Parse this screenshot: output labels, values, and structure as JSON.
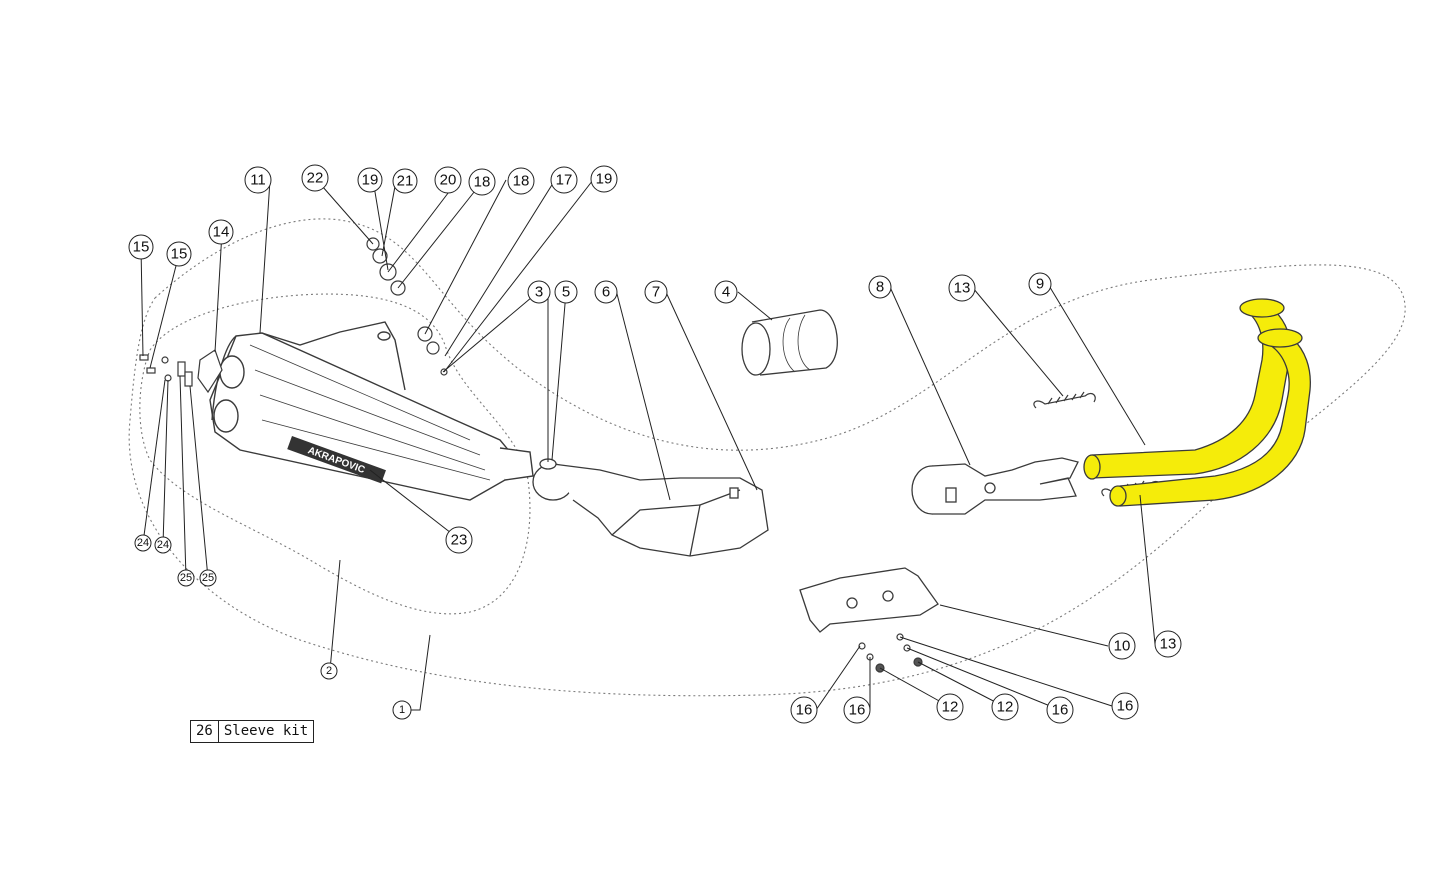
{
  "colors": {
    "highlight": "#f5ec0a",
    "line": "#222222",
    "part_stroke": "#3a3a3a",
    "dotted": "#7a7a7a"
  },
  "callouts": [
    {
      "id": "c1",
      "label": "1"
    },
    {
      "id": "c2",
      "label": "2"
    },
    {
      "id": "c3",
      "label": "3"
    },
    {
      "id": "c4",
      "label": "4"
    },
    {
      "id": "c5",
      "label": "5"
    },
    {
      "id": "c6",
      "label": "6"
    },
    {
      "id": "c7",
      "label": "7"
    },
    {
      "id": "c8",
      "label": "8"
    },
    {
      "id": "c9",
      "label": "9"
    },
    {
      "id": "c10",
      "label": "10"
    },
    {
      "id": "c11",
      "label": "11"
    },
    {
      "id": "c12a",
      "label": "12"
    },
    {
      "id": "c12b",
      "label": "12"
    },
    {
      "id": "c13a",
      "label": "13"
    },
    {
      "id": "c13b",
      "label": "13"
    },
    {
      "id": "c14",
      "label": "14"
    },
    {
      "id": "c15a",
      "label": "15"
    },
    {
      "id": "c15b",
      "label": "15"
    },
    {
      "id": "c16a",
      "label": "16"
    },
    {
      "id": "c16b",
      "label": "16"
    },
    {
      "id": "c16c",
      "label": "16"
    },
    {
      "id": "c16d",
      "label": "16"
    },
    {
      "id": "c17",
      "label": "17"
    },
    {
      "id": "c18a",
      "label": "18"
    },
    {
      "id": "c18b",
      "label": "18"
    },
    {
      "id": "c19a",
      "label": "19"
    },
    {
      "id": "c19b",
      "label": "19"
    },
    {
      "id": "c20",
      "label": "20"
    },
    {
      "id": "c21",
      "label": "21"
    },
    {
      "id": "c22",
      "label": "22"
    },
    {
      "id": "c23",
      "label": "23"
    },
    {
      "id": "c24a",
      "label": "24"
    },
    {
      "id": "c24b",
      "label": "24"
    },
    {
      "id": "c25a",
      "label": "25"
    },
    {
      "id": "c25b",
      "label": "25"
    }
  ],
  "logo_text": "AKRAPOVIC",
  "legend": {
    "number": "26",
    "text": "Sleeve kit"
  }
}
